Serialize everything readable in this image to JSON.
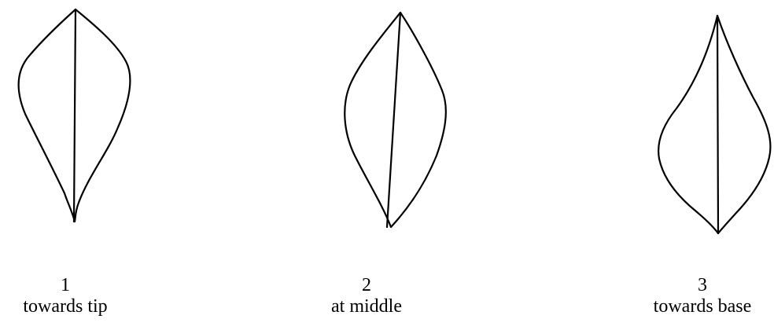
{
  "leaves": [
    {
      "number": "1",
      "label": "towards tip"
    },
    {
      "number": "2",
      "label": "at middle"
    },
    {
      "number": "3",
      "label": "towards base"
    }
  ],
  "colors": {
    "stroke": "#000000",
    "background": "#ffffff"
  }
}
